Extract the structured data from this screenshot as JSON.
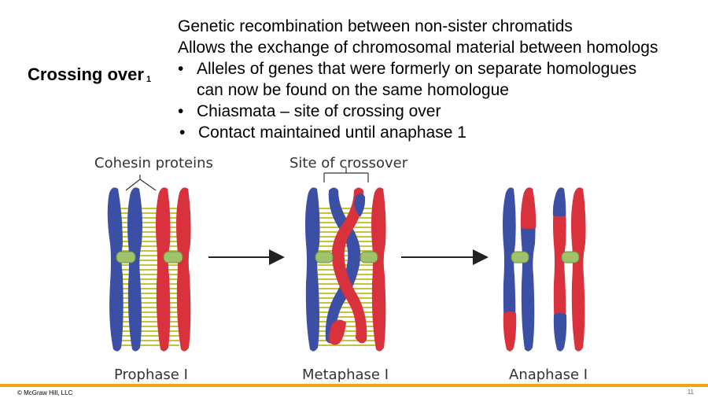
{
  "slide": {
    "title": "Crossing over",
    "title_sub": "1",
    "lines": [
      "Genetic recombination between non-sister chromatids",
      "Allows the exchange of chromosomal material between homologs"
    ],
    "bullets": [
      {
        "text": "Alleles of genes that were formerly on separate homologues",
        "cont": "can now be found on the same homologue"
      },
      {
        "text": "Chiasmata – site of crossing over"
      },
      {
        "text": "Contact maintained until anaphase 1"
      }
    ],
    "bullet_char": "•"
  },
  "diagram": {
    "labels": {
      "cohesin": "Cohesin proteins",
      "crossover": "Site of crossover",
      "prophase": "Prophase I",
      "metaphase": "Metaphase I",
      "anaphase": "Anaphase I"
    },
    "colors": {
      "blue": "#3b4fa5",
      "red": "#d9323c",
      "cohesin": "#c8c13a",
      "centromere": "#9fc36a",
      "arrow": "#222222"
    }
  },
  "footer": {
    "copyright": "© McGraw Hill, LLC",
    "page_number": "11",
    "accent": "#f0a30a"
  }
}
